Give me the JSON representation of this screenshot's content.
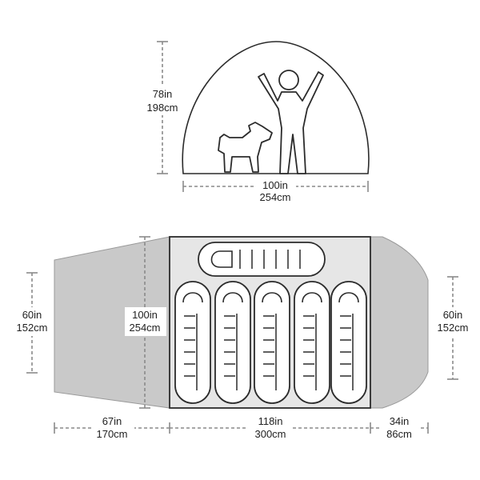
{
  "side_view": {
    "height": {
      "in": "78in",
      "cm": "198cm"
    },
    "width": {
      "in": "100in",
      "cm": "254cm"
    }
  },
  "floor_plan": {
    "left_vestibule_height": {
      "in": "60in",
      "cm": "152cm"
    },
    "floor_depth": {
      "in": "100in",
      "cm": "254cm"
    },
    "right_vestibule_height": {
      "in": "60in",
      "cm": "152cm"
    },
    "left_vestibule_depth": {
      "in": "67in",
      "cm": "170cm"
    },
    "floor_length": {
      "in": "118in",
      "cm": "300cm"
    },
    "right_vestibule_depth": {
      "in": "34in",
      "cm": "86cm"
    }
  },
  "colors": {
    "outline": "#2b2b2b",
    "vestibule_fill": "#c9c9c9",
    "floor_fill": "#e6e6e6",
    "dimension_line": "#8a8a8a"
  },
  "icons": [
    "person-icon",
    "dog-icon",
    "sleeping-bag-icon"
  ]
}
